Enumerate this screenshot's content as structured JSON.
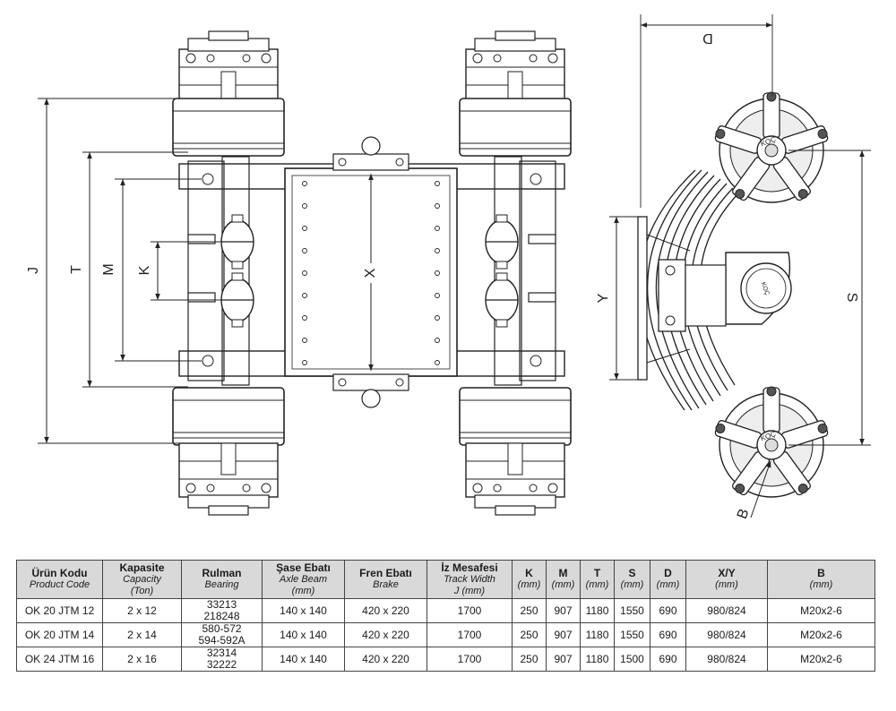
{
  "dimension_labels": {
    "J": "J",
    "T": "T",
    "M": "M",
    "K": "K",
    "X": "X",
    "Y": "Y",
    "S": "S",
    "D": "D",
    "B": "B"
  },
  "brand_mark": "KOÇ",
  "table": {
    "headers": [
      {
        "tr": "Ürün Kodu",
        "en": [
          "Product Code"
        ]
      },
      {
        "tr": "Kapasite",
        "en": [
          "Capacity",
          "(Ton)"
        ]
      },
      {
        "tr": "Rulman",
        "en": [
          "Bearing"
        ]
      },
      {
        "tr": "Şase Ebatı",
        "en": [
          "Axle Beam",
          "(mm)"
        ]
      },
      {
        "tr": "Fren Ebatı",
        "en": [
          "Brake"
        ]
      },
      {
        "tr": "İz Mesafesi",
        "en": [
          "Track Width",
          "J (mm)"
        ]
      },
      {
        "tr": "K",
        "en": [
          "(mm)"
        ]
      },
      {
        "tr": "M",
        "en": [
          "(mm)"
        ]
      },
      {
        "tr": "T",
        "en": [
          "(mm)"
        ]
      },
      {
        "tr": "S",
        "en": [
          "(mm)"
        ]
      },
      {
        "tr": "D",
        "en": [
          "(mm)"
        ]
      },
      {
        "tr": "X/Y",
        "en": [
          "(mm)"
        ]
      },
      {
        "tr": "B",
        "en": [
          "(mm)"
        ]
      }
    ],
    "rows": [
      [
        [
          "OK 20 JTM 12"
        ],
        [
          "2 x 12"
        ],
        [
          "33213",
          "218248"
        ],
        [
          "140 x 140"
        ],
        [
          "420 x 220"
        ],
        [
          "1700"
        ],
        [
          "250"
        ],
        [
          "907"
        ],
        [
          "1180"
        ],
        [
          "1550"
        ],
        [
          "690"
        ],
        [
          "980/824"
        ],
        [
          "M20x2-6"
        ]
      ],
      [
        [
          "OK 20 JTM 14"
        ],
        [
          "2 x 14"
        ],
        [
          "580-572",
          "594-592A"
        ],
        [
          "140 x 140"
        ],
        [
          "420 x 220"
        ],
        [
          "1700"
        ],
        [
          "250"
        ],
        [
          "907"
        ],
        [
          "1180"
        ],
        [
          "1550"
        ],
        [
          "690"
        ],
        [
          "980/824"
        ],
        [
          "M20x2-6"
        ]
      ],
      [
        [
          "OK 24 JTM 16"
        ],
        [
          "2 x 16"
        ],
        [
          "32314",
          "32222"
        ],
        [
          "140 x 140"
        ],
        [
          "420 x 220"
        ],
        [
          "1700"
        ],
        [
          "250"
        ],
        [
          "907"
        ],
        [
          "1180"
        ],
        [
          "1500"
        ],
        [
          "690"
        ],
        [
          "980/824"
        ],
        [
          "M20x2-6"
        ]
      ]
    ]
  }
}
